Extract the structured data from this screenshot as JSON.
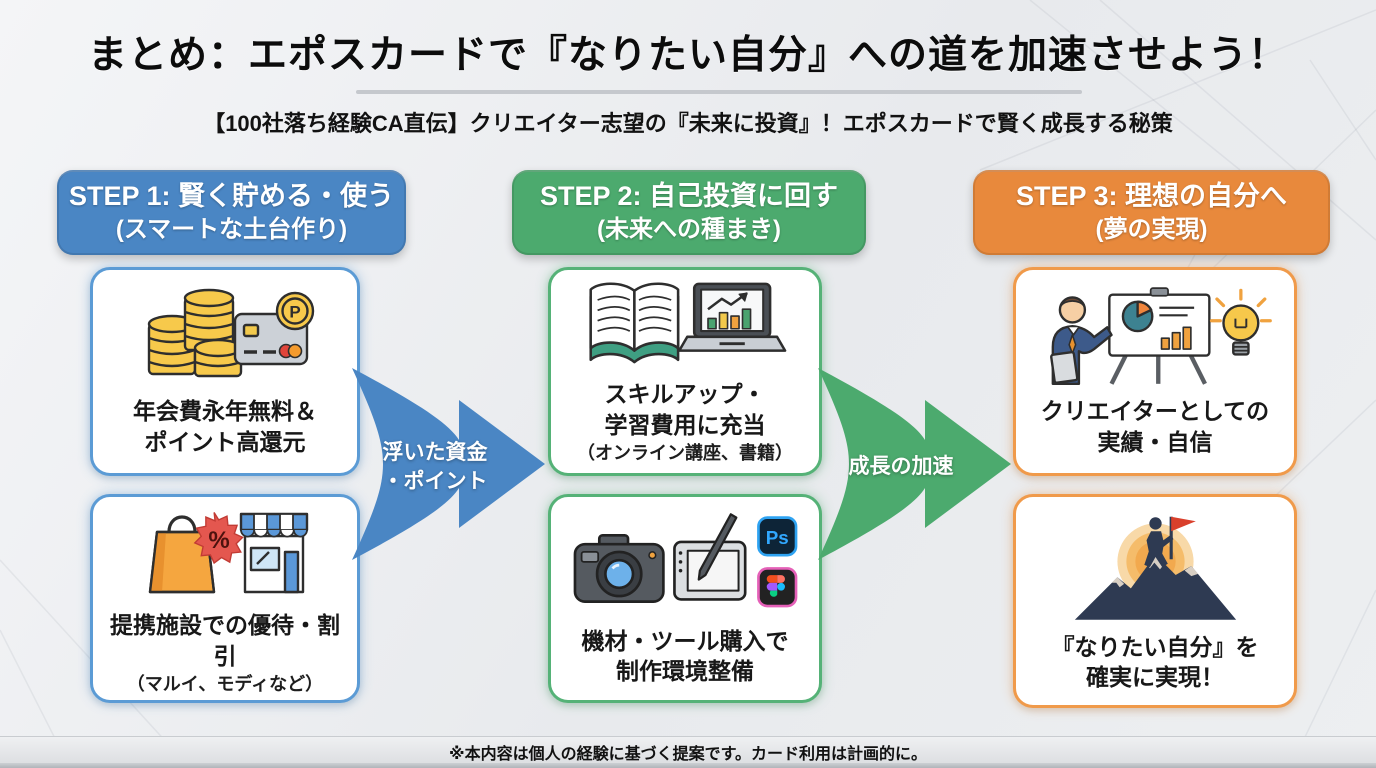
{
  "page": {
    "title": "まとめ：エポスカードで『なりたい自分』への道を加速させよう！",
    "subtitle": "【100社落ち経験CA直伝】クリエイター志望の『未来に投資』！エポスカードで賢く成長する秘策",
    "footer": "※本内容は個人の経験に基づく提案です。カード利用は計画的に。"
  },
  "steps": [
    {
      "label": "STEP 1: 賢く貯める・使う",
      "sublabel": "(スマートな土台作り)",
      "accent": "#4a86c4",
      "border": "#5b9bd5",
      "glow": "rgba(91,155,213,0.45)",
      "cards": [
        {
          "icon": "coin-stacks-and-credit-card",
          "line1": "年会費永年無料＆",
          "line2": "ポイント高還元",
          "note": ""
        },
        {
          "icon": "shopping-bag-discount-and-store",
          "line1": "提携施設での優待・割引",
          "line2": "",
          "note": "（マルイ、モディなど）"
        }
      ]
    },
    {
      "label": "STEP 2: 自己投資に回す",
      "sublabel": "(未来への種まき)",
      "accent": "#4caa6e",
      "border": "#55b277",
      "glow": "rgba(85,178,119,0.45)",
      "cards": [
        {
          "icon": "open-book-and-laptop-chart",
          "line1": "スキルアップ・",
          "line2": "学習費用に充当",
          "note": "（オンライン講座、書籍）"
        },
        {
          "icon": "camera-pen-tablet-photoshop-figma",
          "line1": "機材・ツール購入で",
          "line2": "制作環境整備",
          "note": ""
        }
      ]
    },
    {
      "label": "STEP 3: 理想の自分へ",
      "sublabel": "(夢の実現)",
      "accent": "#e8893c",
      "border": "#f09a4a",
      "glow": "rgba(240,154,74,0.45)",
      "cards": [
        {
          "icon": "presenter-with-chart-and-lightbulb",
          "line1": "クリエイターとしての",
          "line2": "実績・自信",
          "note": ""
        },
        {
          "icon": "mountain-summit-flag",
          "line1": "『なりたい自分』を",
          "line2": "確実に実現！",
          "note": ""
        }
      ]
    }
  ],
  "arrows": [
    {
      "line1": "浮いた資金",
      "line2": "・ポイント",
      "color": "#4a86c4"
    },
    {
      "line1": "成長の加速",
      "line2": "",
      "color": "#4caa6e"
    }
  ],
  "colors": {
    "background": "#e8eaed",
    "title_text": "#0c0c0c",
    "card_bg": "#ffffff",
    "coin_gold": "#f7c94b",
    "photoshop_blue": "#31a8ff",
    "figma_pink": "#e560b8",
    "flag_red": "#d9402c"
  }
}
